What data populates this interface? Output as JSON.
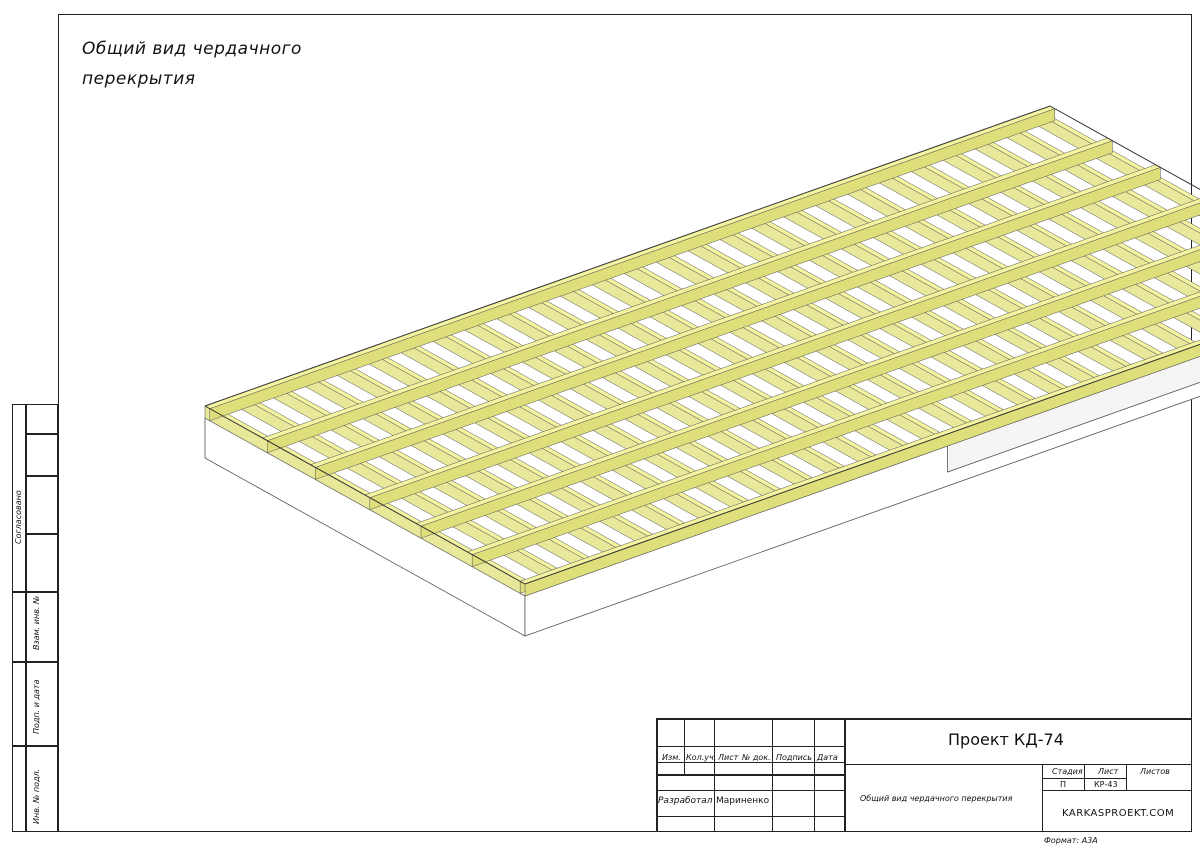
{
  "drawing": {
    "title_line1": "Общий вид чердачного",
    "title_line2": "перекрытия"
  },
  "side_strip": {
    "soglasovano": "Согласовано",
    "vzam_inv": "Взам. инв. №",
    "podp_data": "Подп. и дата",
    "inv_podl": "Инв. № подл."
  },
  "stamp": {
    "project": "Проект КД-74",
    "cols": {
      "izm": "Изм.",
      "kol": "Кол.уч.",
      "list": "Лист",
      "ndok": "№ док.",
      "podpis": "Подпись",
      "data": "Дата"
    },
    "razrabotal": "Разработал",
    "author": "Мариненко",
    "sheet_title": "Общий вид чердачного перекрытия",
    "stadia_label": "Стадия",
    "list_label": "Лист",
    "listov_label": "Листов",
    "stadia": "П",
    "list": "КР-43",
    "company": "KARKASPROEKT.COM"
  },
  "format": "Формат: А3А",
  "colors": {
    "beam": "#f4f4a0",
    "beam_stroke": "#555555",
    "frame": "#222222"
  }
}
